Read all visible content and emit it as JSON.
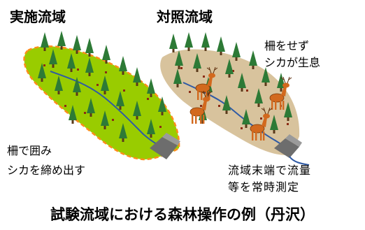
{
  "left_panel": {
    "title": "実施流域",
    "annotation_lines": [
      "柵で囲み",
      "シカを締め出す"
    ]
  },
  "right_panel": {
    "title": "対照流域",
    "annotation_lines": [
      "柵をせず",
      "シカが生息"
    ]
  },
  "outlet_note": {
    "lines": [
      "流域末端で流量",
      "等を常時測定"
    ]
  },
  "caption": "試験流域における森林操作の例（丹沢）",
  "colors": {
    "fenced_watershed_fill": "#99cc00",
    "fence_line": "#ff8c1a",
    "control_watershed_fill": "#d8c39d",
    "tree": "#2d7a36",
    "stream": "#2f5aa5",
    "deer": "#d2691e",
    "gauge": "#6d6d6d",
    "soil_marks": "#8b2c14"
  }
}
